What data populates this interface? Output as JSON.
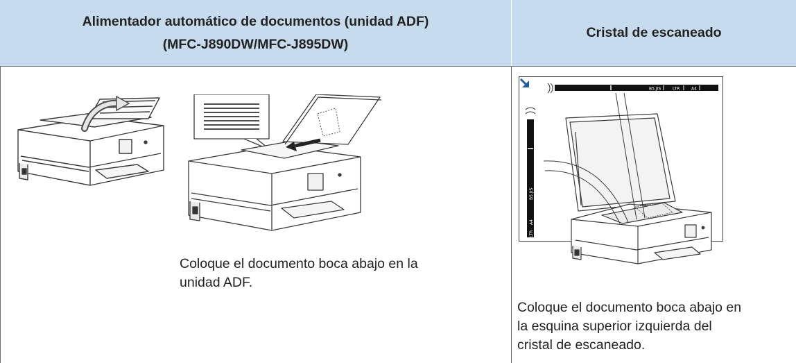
{
  "table": {
    "header_left_line1": "Alimentador automático de documentos (unidad ADF)",
    "header_left_line2": "(MFC-J890DW/MFC-J895DW)",
    "header_right": "Cristal de escaneado",
    "adf_caption_line1": "Coloque el documento boca abajo en la",
    "adf_caption_line2": "unidad ADF.",
    "glass_caption_line1": "Coloque el documento boca abajo en",
    "glass_caption_line2": "la esquina superior izquierda del",
    "glass_caption_line3": "cristal de escaneado."
  },
  "scale_labels": {
    "top_b5": "B5.JIS",
    "top_ltr": "LTR",
    "top_a4": "A4",
    "side_b5": "B5.JIS",
    "side_ltr": "LTR",
    "side_a4": "A4"
  },
  "colors": {
    "header_bg": "#c6dcee",
    "border": "#6b6b6b",
    "arrow_blue": "#1f5fa8"
  }
}
